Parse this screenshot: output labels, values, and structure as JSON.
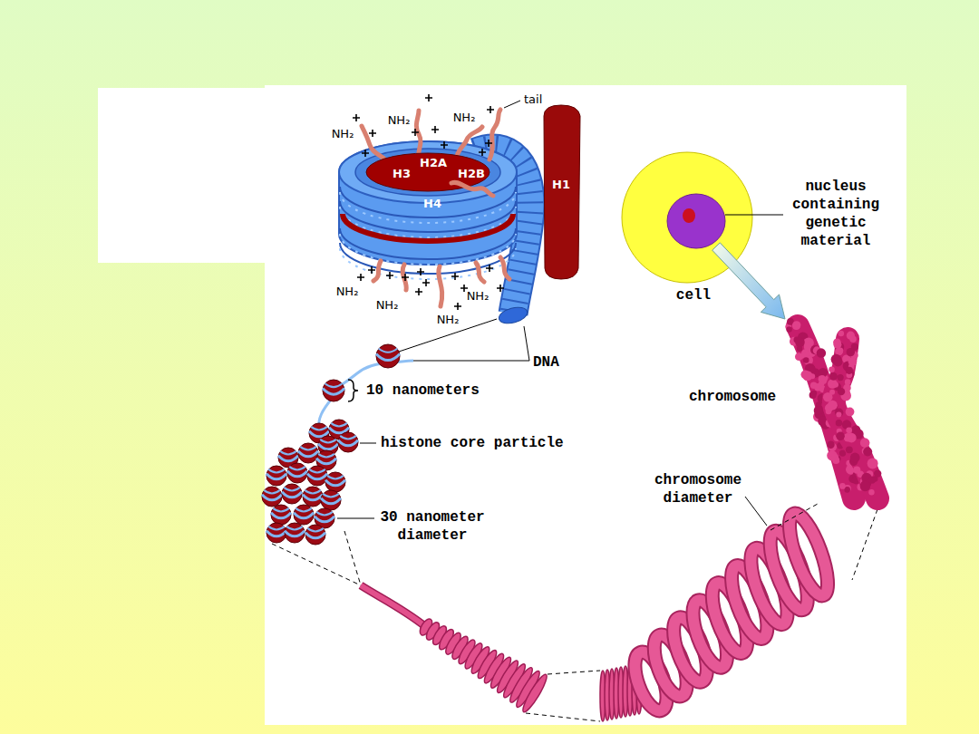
{
  "diagram": {
    "nodes": [
      {
        "text": [
          "H3",
          "H2A",
          "H2B",
          "H4"
        ]
      },
      {
        "text": [
          "H1"
        ]
      }
    ],
    "labels": [
      "tail",
      "NH₂",
      "NH₂",
      "NH₂",
      "nucleus containing genetic material",
      "NH₂",
      "NH₂",
      "NH₂",
      "NH₂",
      "cell",
      "DNA",
      "10 nanometers",
      "histone core particle",
      "chromosome",
      "30 nanometer diameter",
      "chromosome diameter"
    ]
  }
}
